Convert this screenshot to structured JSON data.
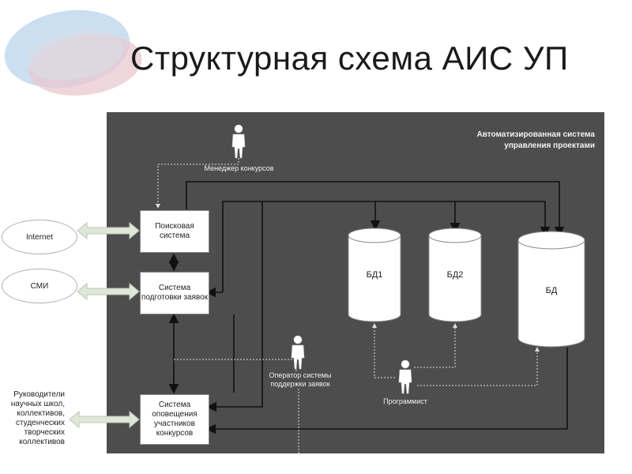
{
  "title": "Структурная схема АИС УП",
  "system_label": "Автоматизированная система управления проектами",
  "boxes": {
    "search": "Поисковая система",
    "requests": "Система подготовки заявок",
    "notify": "Система оповещения участников конкурсов"
  },
  "databases": {
    "db1": "БД1",
    "db2": "БД2",
    "db": "БД"
  },
  "actors": {
    "manager": "Менеджер конкурсов",
    "operator": "Оператор системы поддержки заявок",
    "programmer": "Программист"
  },
  "external": {
    "internet": "Internet",
    "media": "СМИ",
    "leaders": "Руководители научных школ, коллективов, студенческих творческих коллективов"
  },
  "colors": {
    "panel": "#4d4d4d",
    "arrow_external": "#c8d8c0",
    "deco_blue": "#b8d4ea",
    "deco_red": "#e8c0c0"
  }
}
